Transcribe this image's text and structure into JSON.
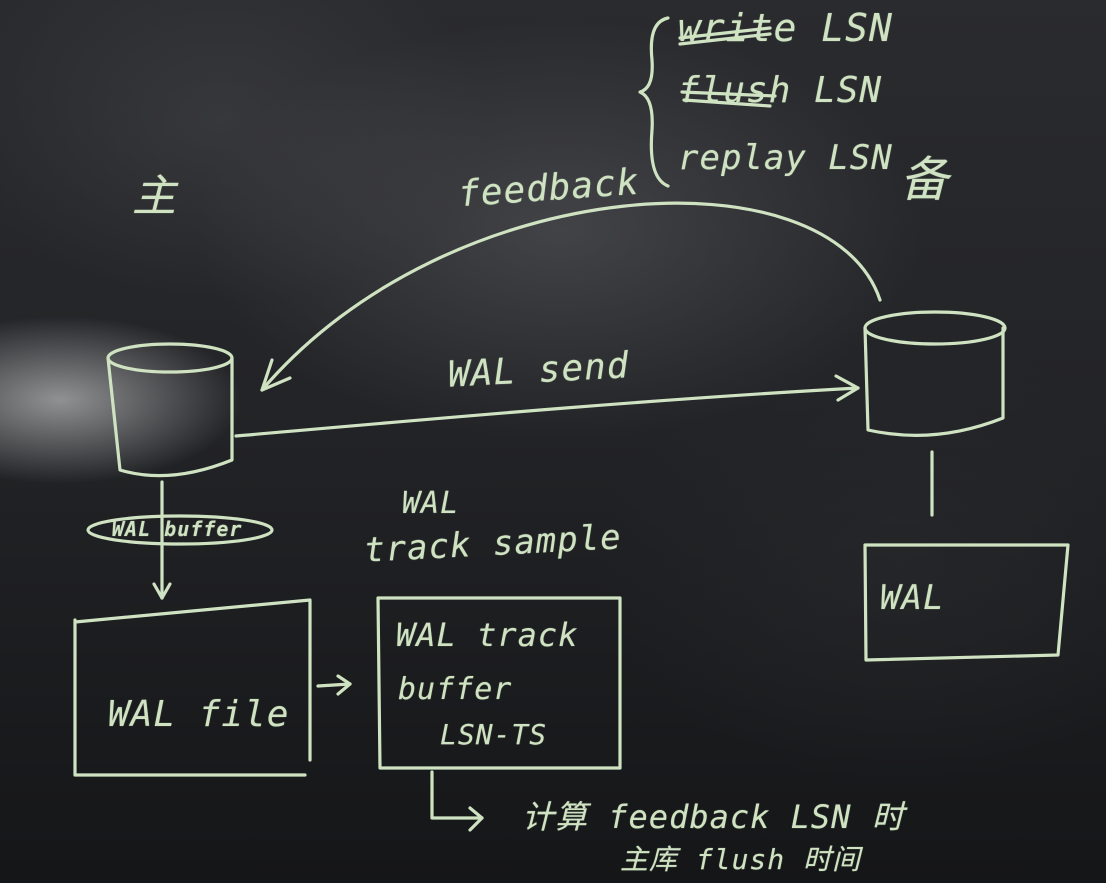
{
  "primary": {
    "label": "主"
  },
  "standby": {
    "label": "备"
  },
  "standby_feedback_list": {
    "items": [
      {
        "label": "write LSN"
      },
      {
        "label": "flush LSN"
      },
      {
        "label": "replay LSN"
      }
    ]
  },
  "arrows": {
    "feedback": "feedback",
    "wal_send": "WAL send"
  },
  "wal_buffer": {
    "label": "WAL buffer"
  },
  "wal_file": {
    "label": "WAL file"
  },
  "wal_track_sample": {
    "line1": "WAL",
    "line2": "track sample"
  },
  "wal_track_buffer": {
    "line1": "WAL track",
    "line2": "buffer",
    "line3": "LSN-TS"
  },
  "standby_wal": {
    "label": "WAL"
  },
  "compute_note": {
    "line1": "计算 feedback LSN 时",
    "line2": "主库 flush 时间"
  },
  "colors": {
    "chalk": "#cfe3c2",
    "board": "#232427"
  }
}
